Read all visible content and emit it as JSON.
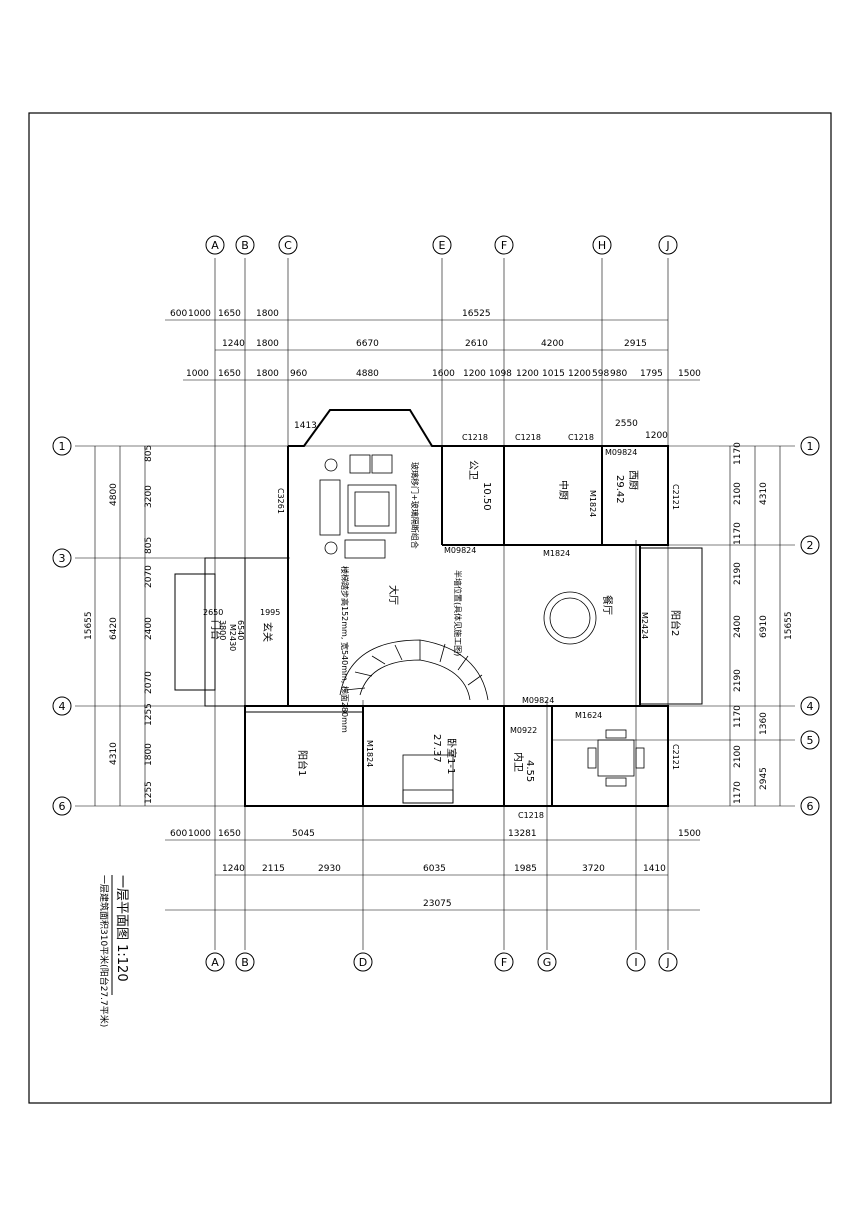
{
  "axes_top": [
    "A",
    "B",
    "C",
    "E",
    "F",
    "H",
    "J"
  ],
  "axes_bottom": [
    "A",
    "B",
    "D",
    "F",
    "G",
    "I",
    "J"
  ],
  "axes_left": [
    "1",
    "3",
    "4",
    "6"
  ],
  "axes_right": [
    "1",
    "2",
    "4",
    "5",
    "6"
  ],
  "dims_top_row1": [
    "600",
    "1000",
    "1650",
    "1800",
    "16525"
  ],
  "dims_top_row2": [
    "1240",
    "1800",
    "6670",
    "2610",
    "4200",
    "2915"
  ],
  "dims_top_row3": [
    "1000",
    "1650",
    "1800",
    "960",
    "4880",
    "1600",
    "1200",
    "1098",
    "1200",
    "1015",
    "1200",
    "598",
    "980",
    "1795",
    "1500"
  ],
  "dims_top_extra": [
    "1413",
    "2550",
    "1200"
  ],
  "dims_left_outer": [
    "4800",
    "6420",
    "4310"
  ],
  "dims_left_inner": [
    "805",
    "3200",
    "805",
    "2070",
    "2400",
    "2070",
    "1255",
    "1800",
    "1255"
  ],
  "dims_left_total": "15655",
  "dims_right_inner": [
    "1170",
    "2100",
    "1170",
    "2190",
    "2400",
    "2190",
    "1170",
    "2100",
    "1170"
  ],
  "dims_right_outer": [
    "4310",
    "6910",
    "1360",
    "2945"
  ],
  "dims_right_total": "15655",
  "dims_bottom_row1": [
    "600",
    "1000",
    "1650",
    "5045",
    "13281",
    "1500"
  ],
  "dims_bottom_row2": [
    "1240",
    "2115",
    "2930",
    "6035",
    "1985",
    "3720",
    "1410"
  ],
  "dims_bottom_total": "23075",
  "rooms": {
    "hall": "大厅",
    "dining": "餐厅",
    "balcony1": "阳台1",
    "balcony2": "阳台2",
    "bedroom": "卧室1-1",
    "porch": "门台",
    "entry": "玄关",
    "public_wc": "公卫",
    "kitchen_west": "西厨",
    "kitchen_mid": "中厨",
    "inner_wc": "内卫"
  },
  "areas": {
    "bedroom": "27.37",
    "inner_wc": "4.55",
    "public_wc": "10.50",
    "kitchen_west": "29.42"
  },
  "doors": {
    "c3261": "C3261",
    "c1218_a": "C1218",
    "c1218_b": "C1218",
    "c1218_c": "C1218",
    "c1218_bottom": "C1218",
    "m09824_a": "M09824",
    "m09824_b": "M09824",
    "m09824_c": "M09824",
    "m1824_a": "M1824",
    "m1824_b": "M1824",
    "m1824_c": "M1824",
    "m1624": "M1624",
    "m2424": "M2424",
    "m0922": "M0922",
    "c2121_a": "C2121",
    "c2121_b": "C2121",
    "m2430": "M2430"
  },
  "notes": {
    "glass_door": "玻璃移门+玻璃隔断组合",
    "stair_note": "楼梯踏步高152mm, 宽540mm, 梯面280mm",
    "half_height": "半墙位置(具体见施工图)",
    "porch_dims": "3800",
    "porch_dims2": "6540",
    "porch_width": "2650",
    "entry_width": "1995"
  },
  "title": {
    "main": "一层平面图 1:120",
    "sub": "一层建筑面积310平米(阳台27.7平米)"
  }
}
